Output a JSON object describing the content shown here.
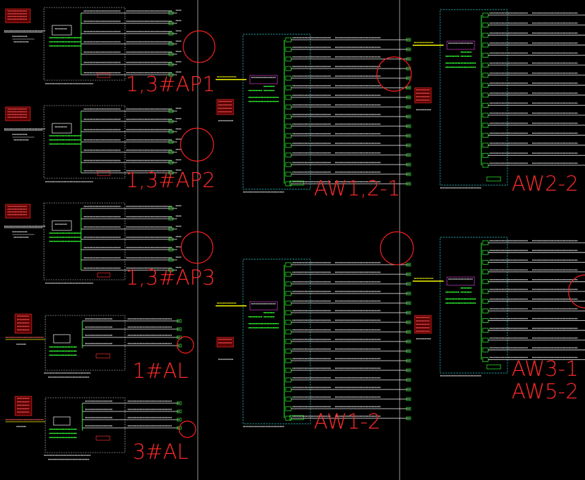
{
  "panels": [
    {
      "id": "p-1-3-ap1",
      "label": "1,3#AP1"
    },
    {
      "id": "p-1-3-ap2",
      "label": "1,3#AP2"
    },
    {
      "id": "p-1-3-ap3",
      "label": "1,3#AP3"
    },
    {
      "id": "p-1-al",
      "label": "1#AL"
    },
    {
      "id": "p-3-al",
      "label": "3#AL"
    },
    {
      "id": "p-aw1-2-1",
      "label": "AW1,2-1"
    },
    {
      "id": "p-aw1-2",
      "label": "AW1-2"
    },
    {
      "id": "p-aw2-2",
      "label": "AW2-2"
    },
    {
      "id": "p-aw3-1",
      "label": "AW3-1"
    },
    {
      "id": "p-aw5-2",
      "label": "AW5-2"
    }
  ],
  "colors": {
    "background": "#000000",
    "label": "#ff2a2a",
    "wire": "#ffffff",
    "component": "#30ff30",
    "enclosure": "#30d0d0",
    "tag": "#ff3030",
    "feeder": "#ffff00"
  }
}
